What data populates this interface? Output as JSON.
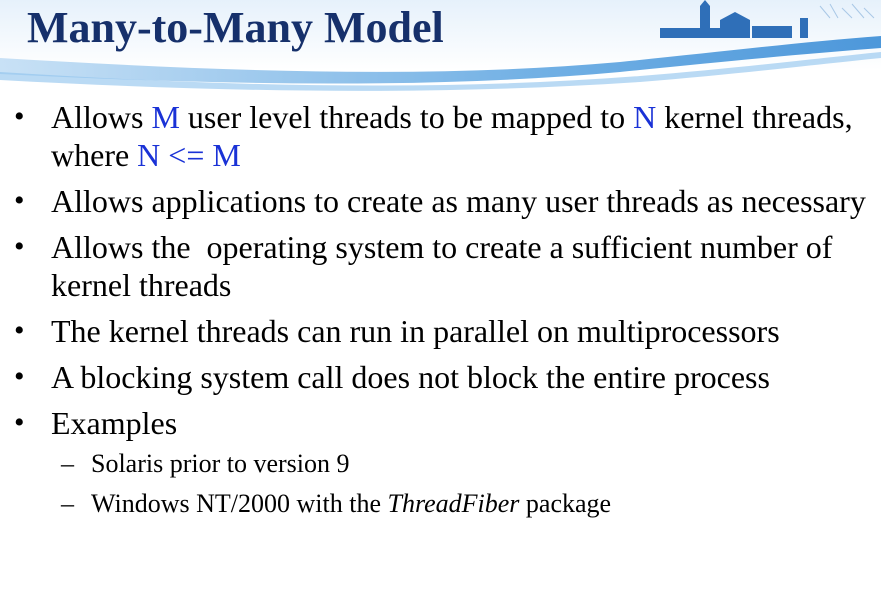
{
  "slide": {
    "title": "Many-to-Many Model",
    "bullets": [
      {
        "parts": [
          "Allows ",
          "M",
          " user level threads to be mapped to ",
          "N",
          " kernel threads, where ",
          "N <= M"
        ]
      },
      {
        "text": "Allows applications to create as many user threads as necessary"
      },
      {
        "text": "Allows the  operating system to create a sufficient number of kernel threads"
      },
      {
        "text": "The kernel threads can run in parallel on multiprocessors"
      },
      {
        "text": "A blocking system call does not block the entire process"
      },
      {
        "text": "Examples",
        "subs": [
          {
            "text": "Solaris prior to version 9"
          },
          {
            "parts": [
              "Windows NT/2000 with the ",
              "ThreadFiber",
              " package"
            ]
          }
        ]
      }
    ],
    "bullet_symbol": "•",
    "sub_symbol": "–"
  },
  "colors": {
    "title": "#16306b",
    "highlight": "#1a32d6",
    "header_wave": "#3c8fd6"
  }
}
